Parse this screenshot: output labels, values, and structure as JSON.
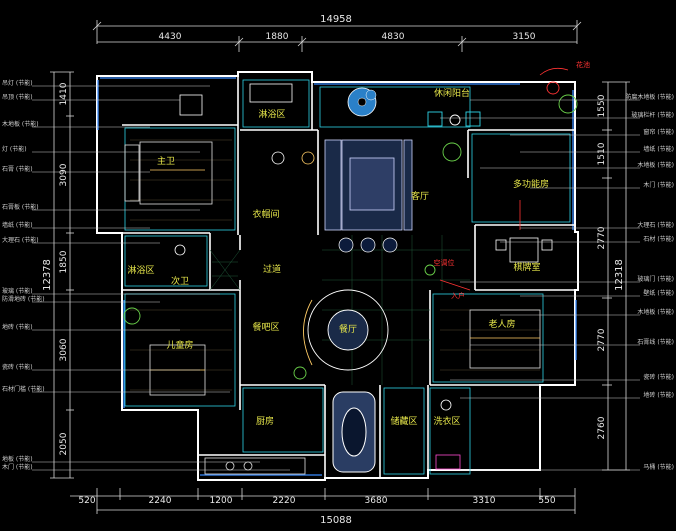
{
  "top_dimensions": {
    "total": "14958",
    "segments": [
      "4430",
      "1880",
      "4830",
      "3150"
    ]
  },
  "bottom_dimensions": {
    "total": "15088",
    "segments": [
      "520",
      "2240",
      "1200",
      "2220",
      "3680",
      "3310",
      "550"
    ]
  },
  "left_dimensions": {
    "total": "12378",
    "segments": [
      "1410",
      "3090",
      "1850",
      "3060",
      "2050"
    ]
  },
  "right_dimensions": {
    "total": "12318",
    "segments": [
      "1550",
      "1510",
      "2770",
      "2770",
      "2760"
    ]
  },
  "rooms": {
    "balcony": "休闲阳台",
    "bathroom": "淋浴区",
    "bath_small": "主卫",
    "multipurpose": "多功能房",
    "cloakroom": "衣帽间",
    "living": "客厅",
    "mahjong": "棋牌室",
    "shower2": "淋浴区",
    "guest_bath": "次卫",
    "corridor": "过道",
    "dining": "餐厅",
    "elder_bed": "老人房",
    "bar": "餐吧区",
    "kids_room": "儿童房",
    "kitchen": "厨房",
    "storage": "储藏区",
    "laundry": "洗衣区",
    "garden": "花池",
    "ac_label": "空调位",
    "entry": "入户"
  },
  "left_annotations": [
    "吊灯 (节能)",
    "吊顶 (节能)",
    "木地板 (节能)",
    "灯 (节能)",
    "石膏 (节能)",
    "石膏板 (节能)",
    "墙纸 (节能)",
    "大理石 (节能)",
    "玻璃 (节能)",
    "防滑地砖 (节能)",
    "地砖 (节能)",
    "瓷砖 (节能)",
    "石材门槛 (节能)",
    "地板 (节能)",
    "木门 (节能)"
  ],
  "right_annotations": [
    "防腐木地板 (节能)",
    "玻璃栏杆 (节能)",
    "窗帘 (节能)",
    "墙纸 (节能)",
    "木地板 (节能)",
    "木门 (节能)",
    "大理石 (节能)",
    "石材 (节能)",
    "玻璃门 (节能)",
    "壁纸 (节能)",
    "木地板 (节能)",
    "石膏线 (节能)",
    "瓷砖 (节能)",
    "地砖 (节能)",
    "马桶 (节能)"
  ]
}
